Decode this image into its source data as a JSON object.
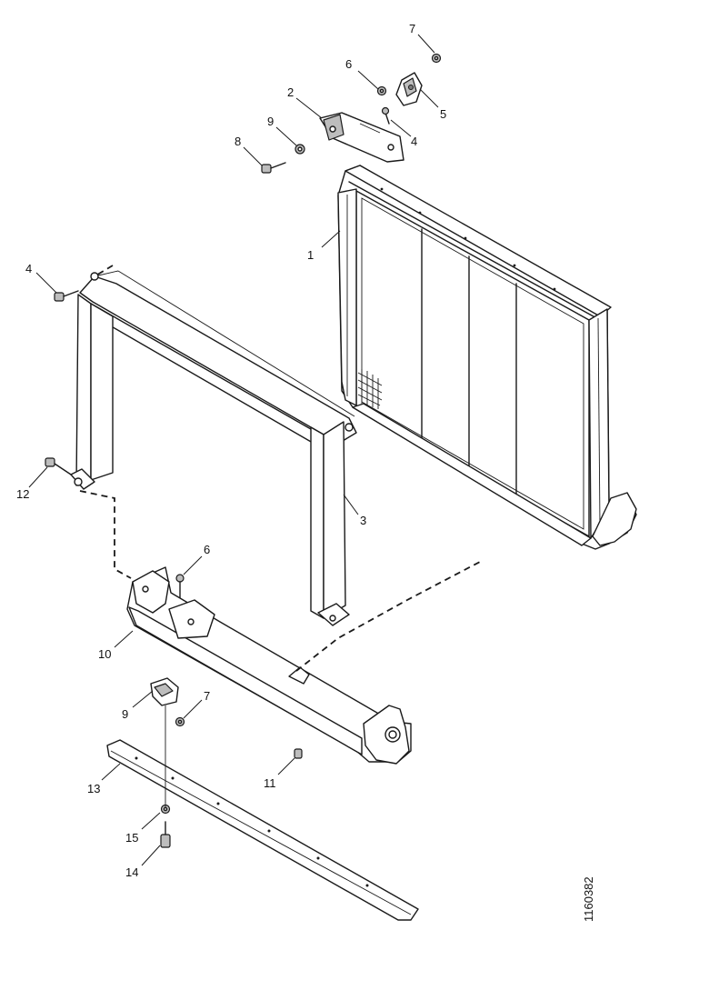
{
  "callouts": {
    "c1": "1",
    "c2": "2",
    "c3": "3",
    "c4a": "4",
    "c4b": "4",
    "c5": "5",
    "c6a": "6",
    "c6b": "6",
    "c7a": "7",
    "c7b": "7",
    "c8": "8",
    "c9a": "9",
    "c9b": "9",
    "c10": "10",
    "c11": "11",
    "c12": "12",
    "c13": "13",
    "c14": "14",
    "c15": "15"
  },
  "figure_id": "1160382"
}
